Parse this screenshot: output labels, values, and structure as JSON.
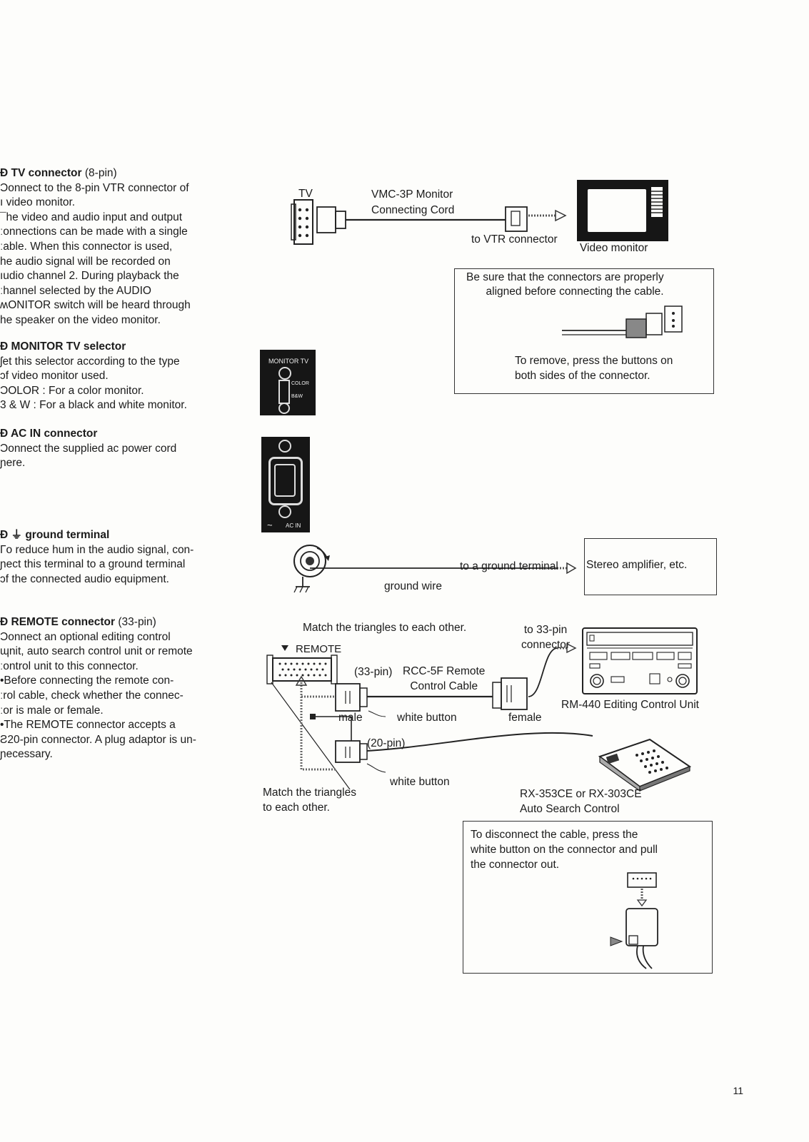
{
  "sections": [
    {
      "num": "Ɖ",
      "title": "TV connector",
      "pin": "(8-pin)",
      "lines": "Ɔonnect to the 8-pin VTR connector of\nı video monitor.\n¯he video and audio input and output\nːonnections can be made with a single\nːable. When this connector is used,\nhe audio signal will be recorded on\nıudio channel 2. During playback the\nːhannel selected by the AUDIO\nʍONITOR switch will be heard through\nhe speaker on the video monitor."
    },
    {
      "num": "Ɖ",
      "title": "MONITOR TV selector",
      "pin": "",
      "lines": "ʃet this selector according to the type\nɔf video monitor used.\nƆOLOR :  For a color monitor.\n3 & W :  For a black and white monitor."
    },
    {
      "num": "Ɖ",
      "title": "AC IN connector",
      "pin": "",
      "lines": "Ɔonnect the supplied ac power cord\nɲere."
    },
    {
      "num": "Ɖ",
      "title": "⏚ ground terminal",
      "pin": "",
      "lines": "Γo reduce hum in the audio signal, con-\nɲect this terminal to a ground terminal\nɔf the connected audio equipment."
    },
    {
      "num": "Ɖ",
      "title": "REMOTE connector",
      "pin": "(33-pin)",
      "lines": "Ɔonnect an optional editing control\nɰnit, auto search control unit or remote\nːontrol unit to this connector.\n•Before connecting the remote con-\nːrol cable, check whether the connec-\nːor is male or female.\n•The REMOTE connector accepts a\nƧ20-pin connector. A plug adaptor is un-\nɲecessary."
    }
  ],
  "diagram1": {
    "tv_label": "TV",
    "cord_name": "VMC-3P Monitor\nConnecting Cord",
    "vtr_label": "to VTR connector",
    "monitor_label": "Video monitor",
    "note1": "Be sure that the connectors are properly\naligned before connecting the cable.",
    "note2": "To remove, press the buttons on\nboth sides of the connector."
  },
  "panels": {
    "monitor_tv": "MONITOR TV",
    "color": "COLOR",
    "bw": "B&W",
    "ac_in": "AC IN"
  },
  "diagram2": {
    "ground_to": "to a ground terminal",
    "amplifier": "Stereo amplifier, etc.",
    "ground_wire": "ground wire"
  },
  "diagram3": {
    "match_top": "Match the triangles to each other.",
    "remote": "REMOTE",
    "to_33pin": "to 33-pin\nconnector",
    "pin33": "(33-pin)",
    "cable": "RCC-5F Remote\nControl Cable",
    "male": "male",
    "white_button1": "white button",
    "female": "female",
    "rm440": "RM-440 Editing Control Unit",
    "pin20": "(20-pin)",
    "white_button2": "white button",
    "match_bottom": "Match the triangles\nto each other.",
    "rx": "RX-353CE or RX-303CE\nAuto Search Control",
    "disconnect": "To disconnect the cable, press the\nwhite button on the connector and pull\nthe connector out."
  },
  "page_number": "11",
  "colors": {
    "ink": "#1b1b1b",
    "paper": "#fdfdfb",
    "panel": "#161616"
  }
}
